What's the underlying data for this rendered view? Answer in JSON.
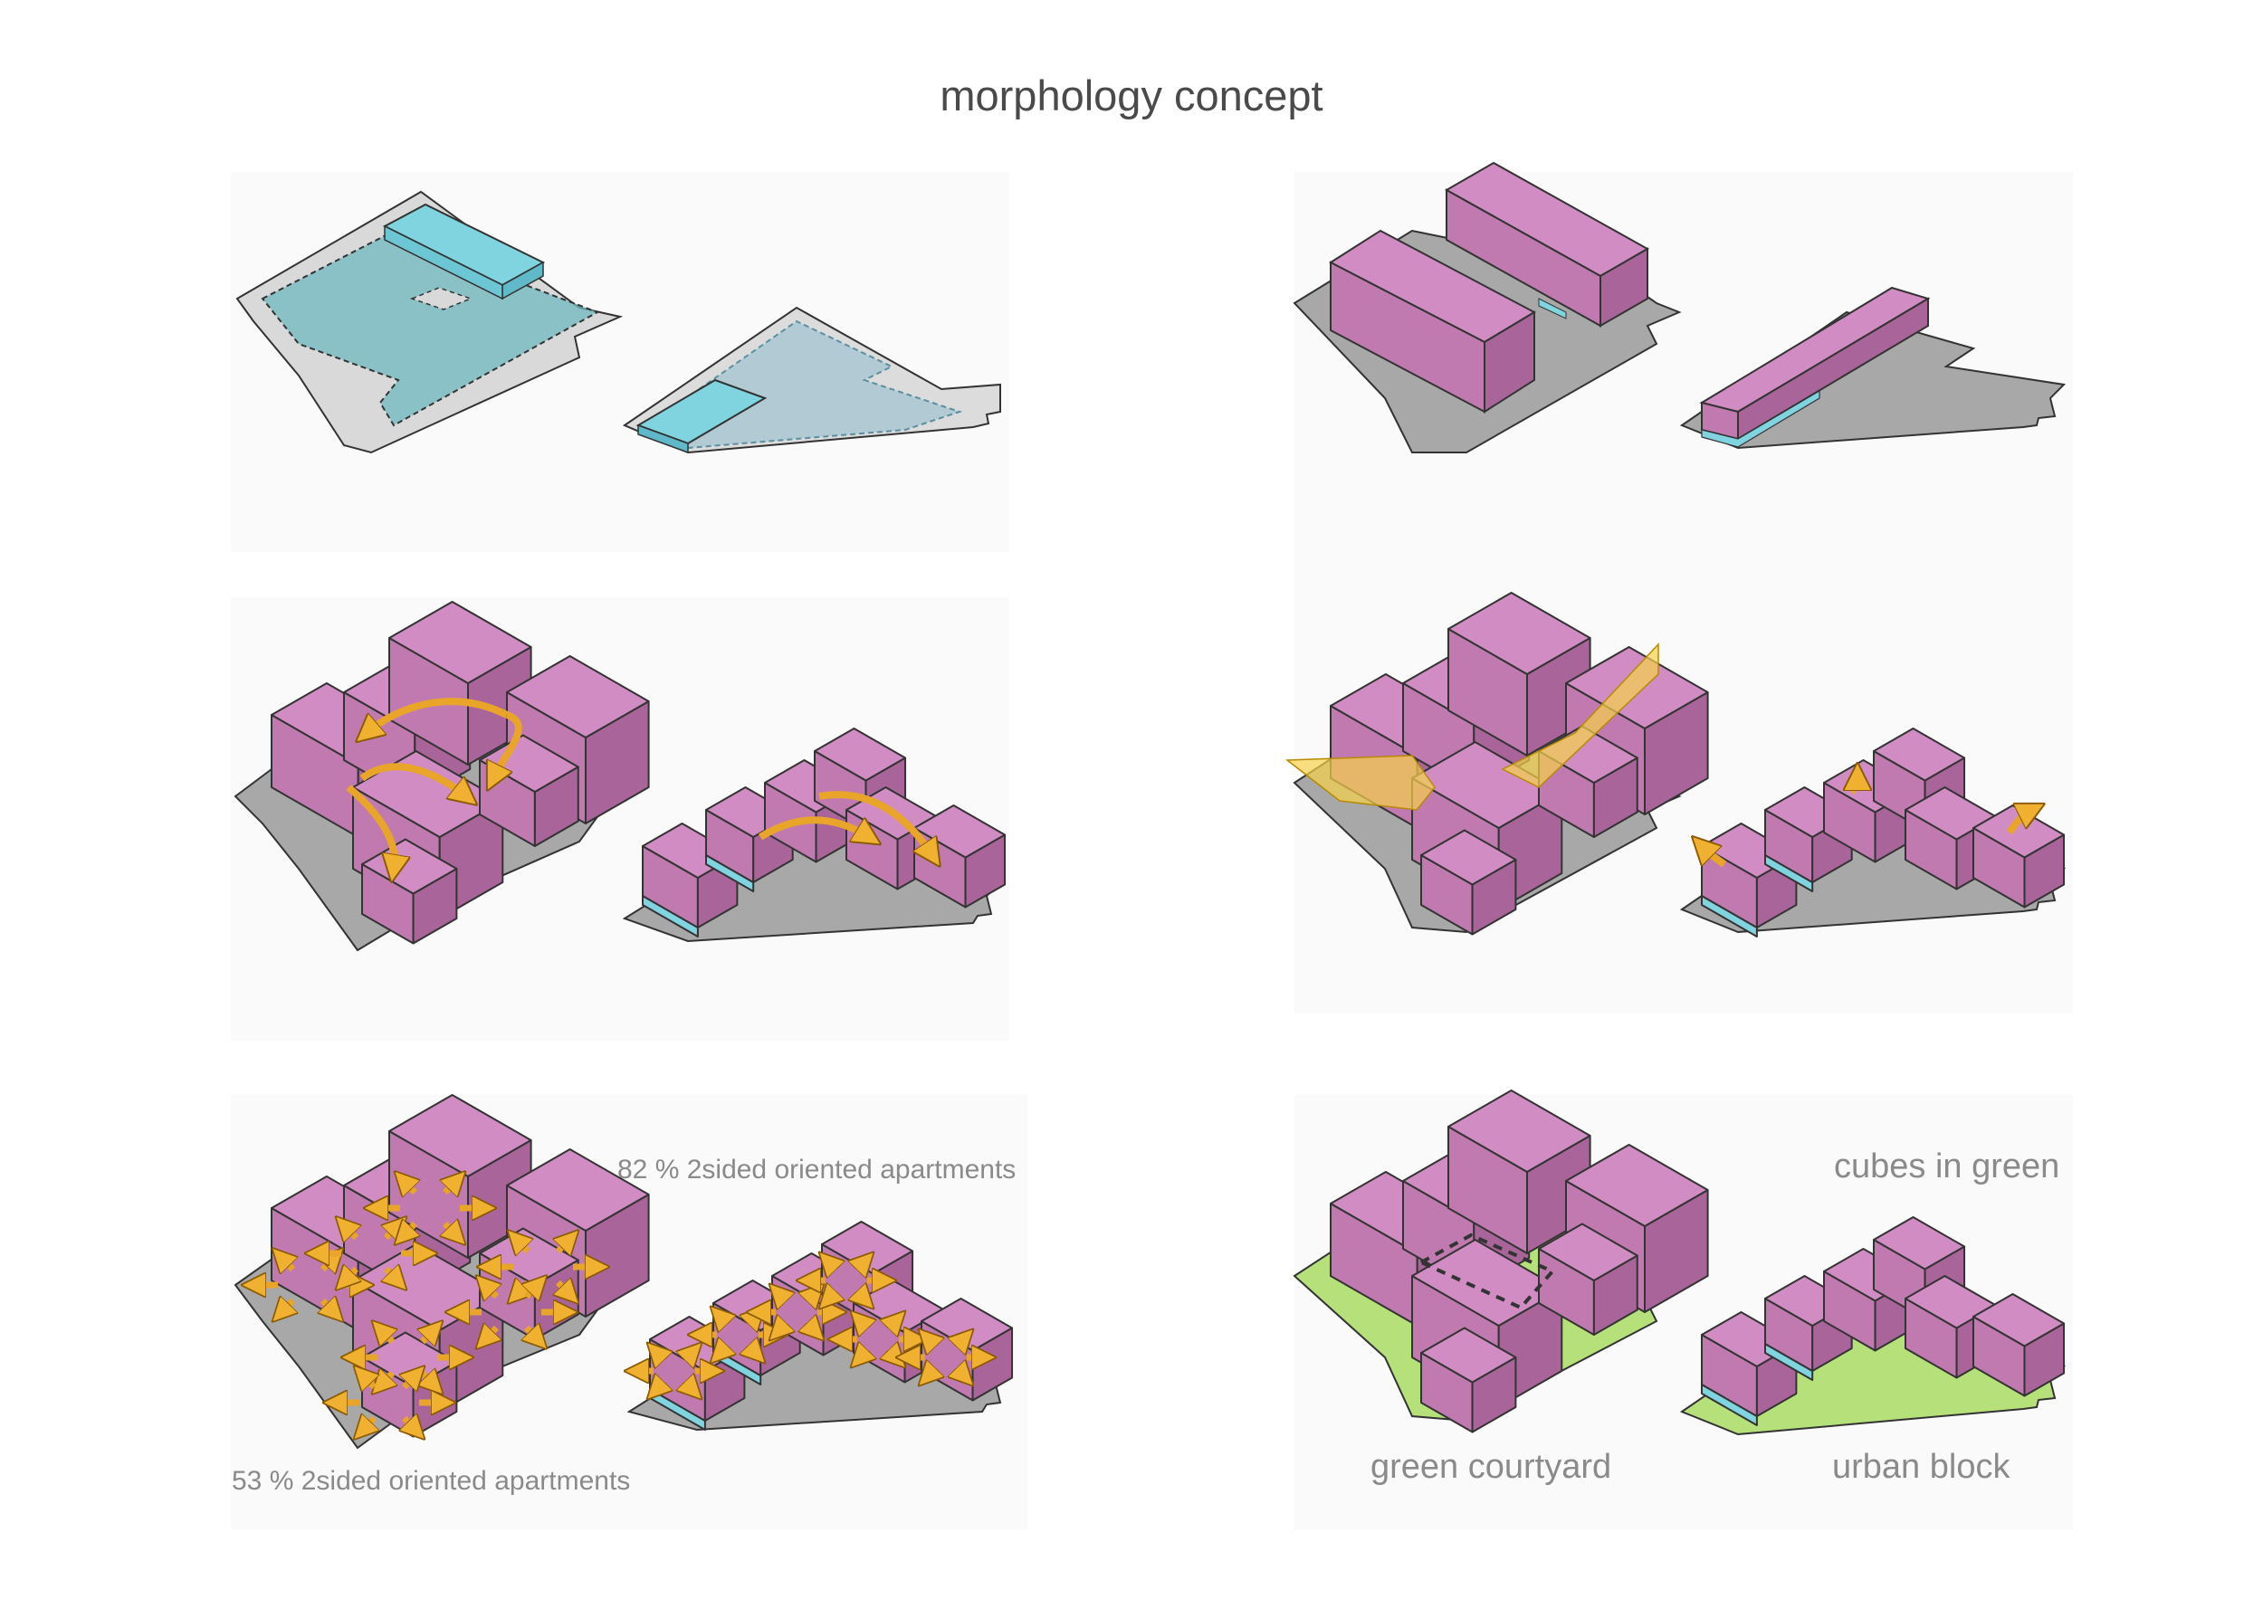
{
  "title": "morphology concept",
  "labels": {
    "two_sided_82": "82 % 2sided oriented apartments",
    "two_sided_53": "53 % 2sided oriented apartments",
    "cubes_in_green": "cubes in green",
    "green_courtyard": "green courtyard",
    "urban_block": "urban block"
  },
  "colors": {
    "building": "#c07ab0",
    "ground": "#a8a8a8",
    "base": "#7fd4e0",
    "green": "#b5e07a",
    "arrow": "#f0b030",
    "light_ground": "#d9d9d9",
    "slab": "#6fb8bf"
  }
}
